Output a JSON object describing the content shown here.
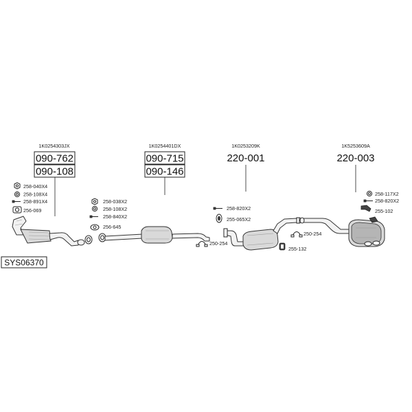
{
  "system_code": "SYS06370",
  "sections": [
    {
      "oe_number": "1K0254303JX",
      "part_numbers": [
        "090-762",
        "090-108"
      ]
    },
    {
      "oe_number": "1K0254401DX",
      "part_numbers": [
        "090-715",
        "090-146"
      ]
    },
    {
      "oe_number": "1K0253209K",
      "part_numbers": [
        "220-001"
      ]
    },
    {
      "oe_number": "1K5253609A",
      "part_numbers": [
        "220-003"
      ]
    }
  ],
  "hardware": {
    "s1": [
      "258-040X4",
      "258-108X4",
      "258-891X4",
      "256-069"
    ],
    "s2": [
      "258-038X2",
      "258-108X2",
      "258-840X2",
      "256-645"
    ],
    "s3": [
      "258-820X2",
      "255-065X2",
      "250-254",
      "255-132",
      "250-254"
    ],
    "s4": [
      "258-117X2",
      "258-820X2",
      "255-102"
    ]
  }
}
